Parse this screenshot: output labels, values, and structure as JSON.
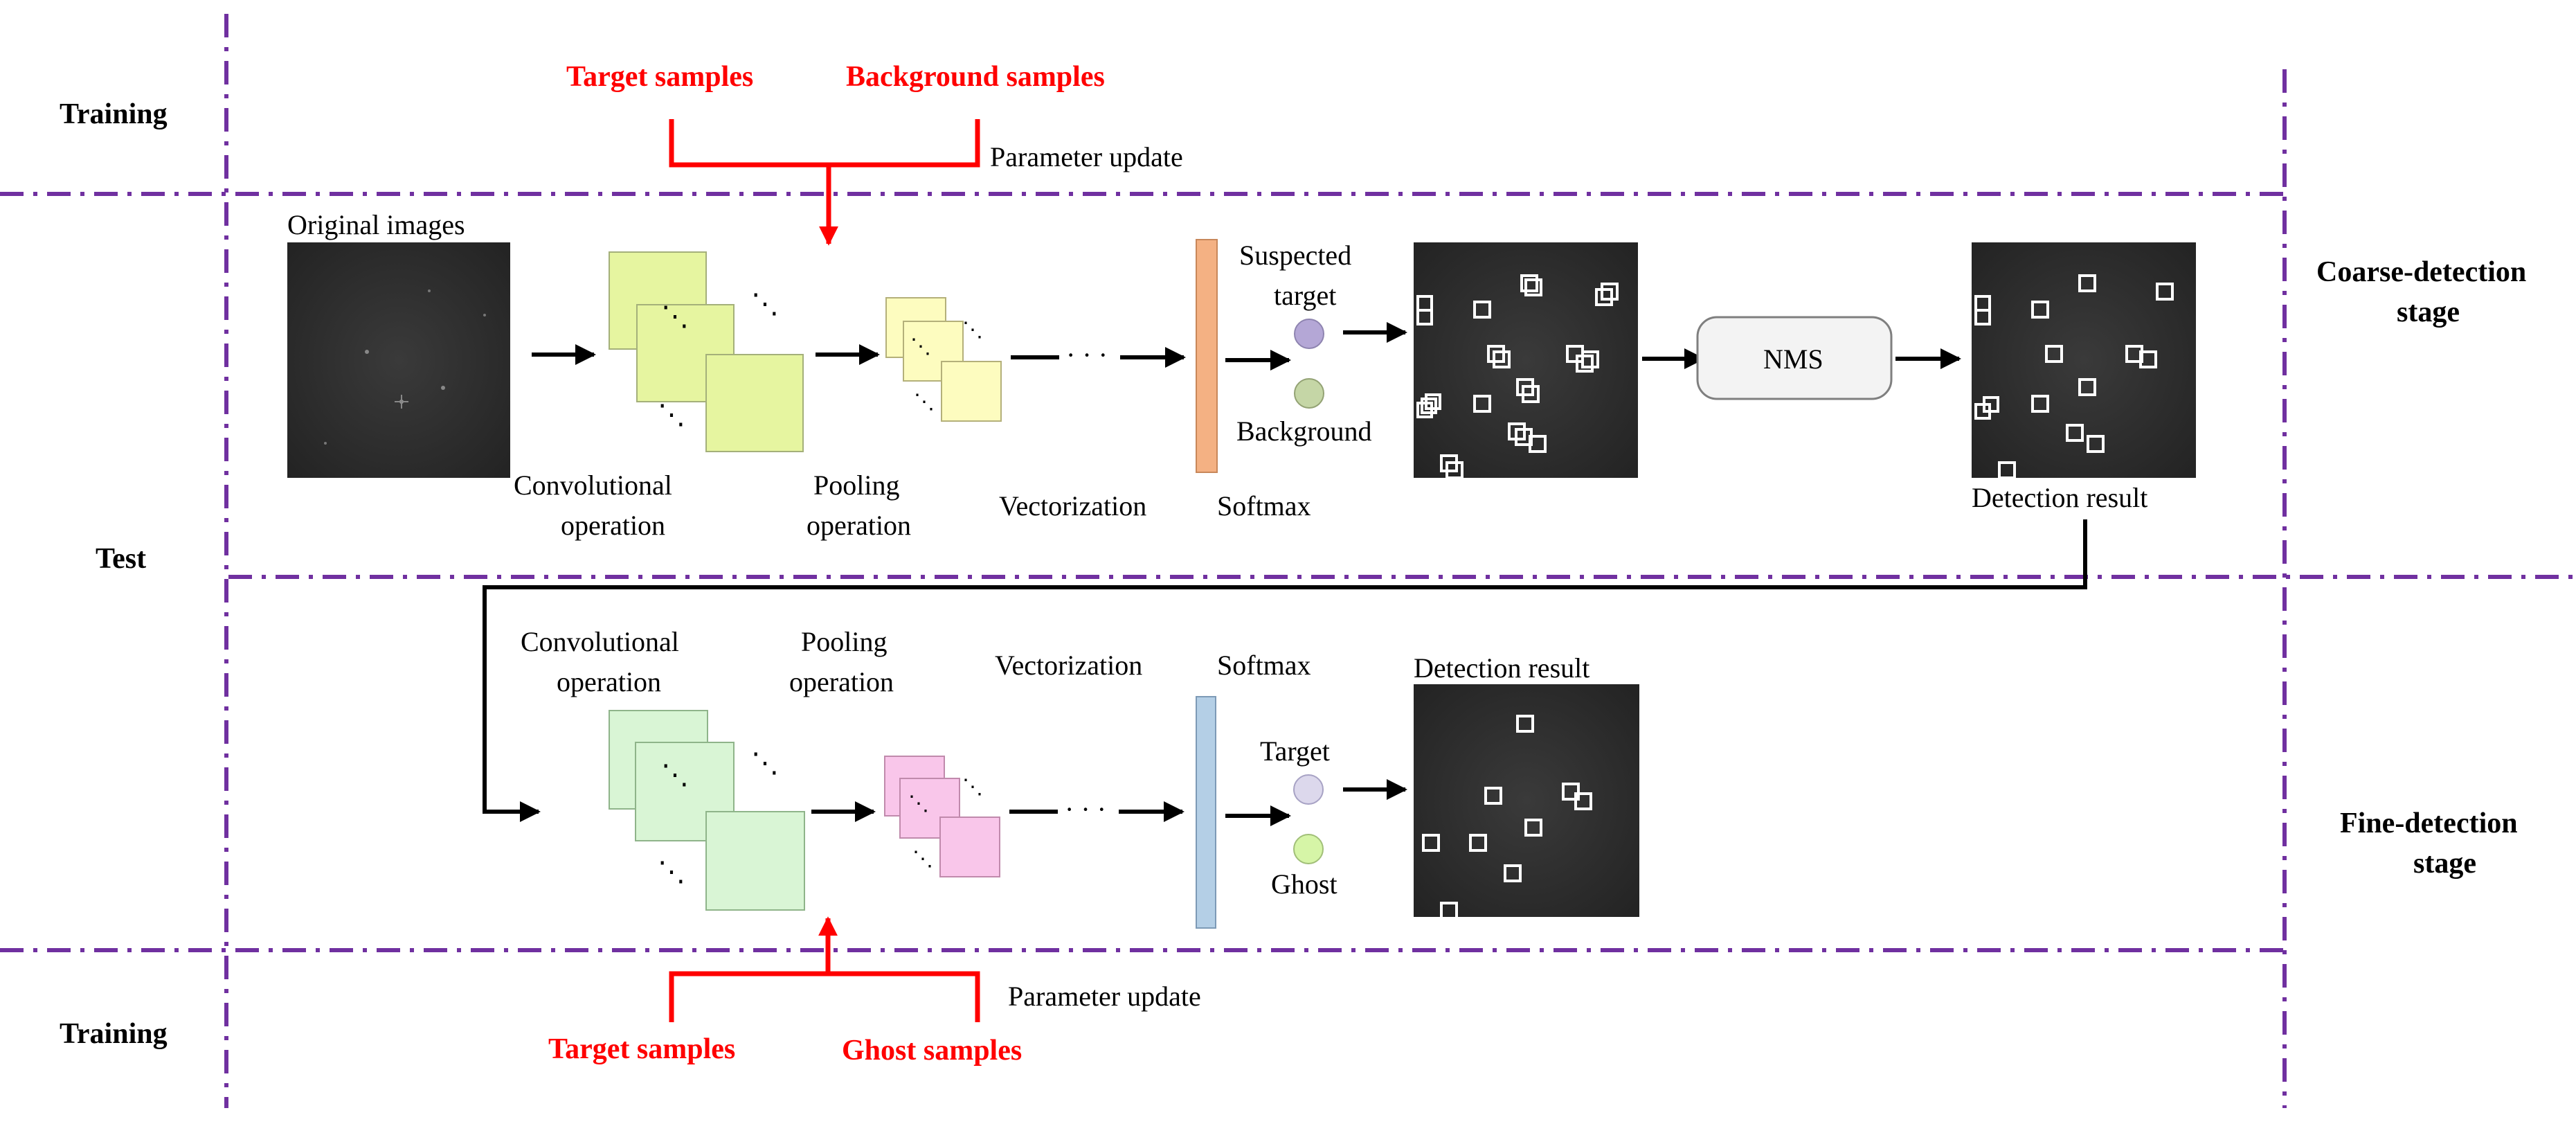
{
  "rows": {
    "training_top": "Training",
    "test": "Test",
    "training_bottom": "Training"
  },
  "stages": {
    "coarse": [
      "Coarse-detection",
      "stage"
    ],
    "fine": [
      "Fine-detection",
      "stage"
    ]
  },
  "training_top": {
    "target_samples": "Target samples",
    "background_samples": "Background samples",
    "parameter_update": "Parameter update"
  },
  "training_bottom": {
    "target_samples": "Target samples",
    "ghost_samples": "Ghost samples",
    "parameter_update": "Parameter update"
  },
  "coarse": {
    "original_images": "Original images",
    "conv": [
      "Convolutional",
      "operation"
    ],
    "pool": [
      "Pooling",
      "operation"
    ],
    "vectorization": "Vectorization",
    "softmax": "Softmax",
    "suspected": [
      "Suspected",
      "target"
    ],
    "background": "Background",
    "nms": "NMS",
    "detection_result": "Detection result"
  },
  "fine": {
    "conv": [
      "Convolutional",
      "operation"
    ],
    "pool": [
      "Pooling",
      "operation"
    ],
    "vectorization": "Vectorization",
    "softmax": "Softmax",
    "target": "Target",
    "ghost": "Ghost",
    "detection_result": "Detection result"
  },
  "colors": {
    "guide_line": "#7030a0",
    "highlight_red": "#ff0000",
    "coarse_conv_fill": "#e6f5a0",
    "coarse_pool_fill": "#fdfcbf",
    "coarse_vector_fill": "#f4b183",
    "fine_conv_fill": "#d9f5d5",
    "fine_pool_fill": "#f9c6ea",
    "fine_vector_fill": "#b4cfe6",
    "suspected_node": "#b4a7d6",
    "background_node": "#c5d6a6",
    "target_node": "#dcd8ec",
    "ghost_node": "#d6f5a7"
  }
}
